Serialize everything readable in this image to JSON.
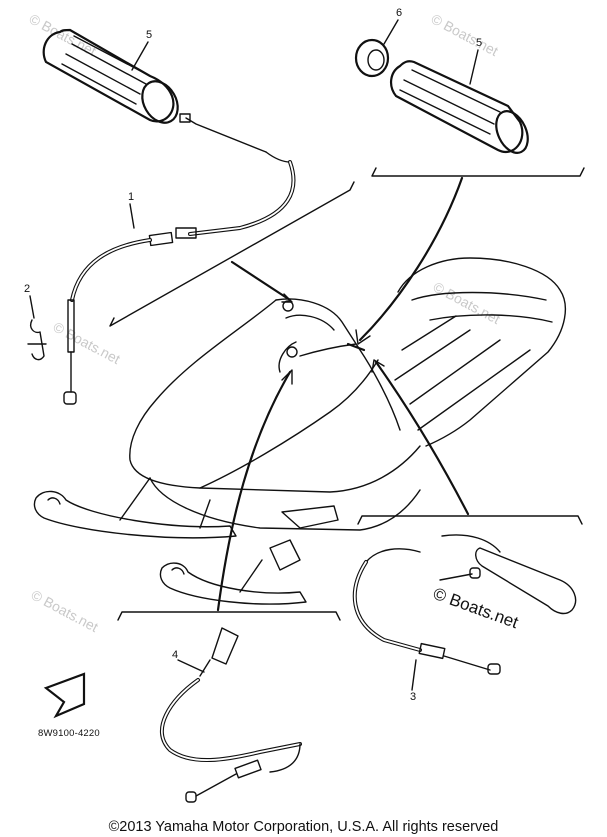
{
  "diagram": {
    "part_labels": {
      "p1": "1",
      "p2": "2",
      "p3": "3",
      "p4": "4",
      "p5_left": "5",
      "p5_right": "5",
      "p6": "6"
    },
    "drawing_code": "8W9100-4220",
    "fwd_label": "FWD",
    "watermark_text": "© Boats.net",
    "watermark_main": "© Boats.net"
  },
  "footer": {
    "copyright": "©2013 Yamaha Motor Corporation, U.S.A. All rights reserved"
  }
}
